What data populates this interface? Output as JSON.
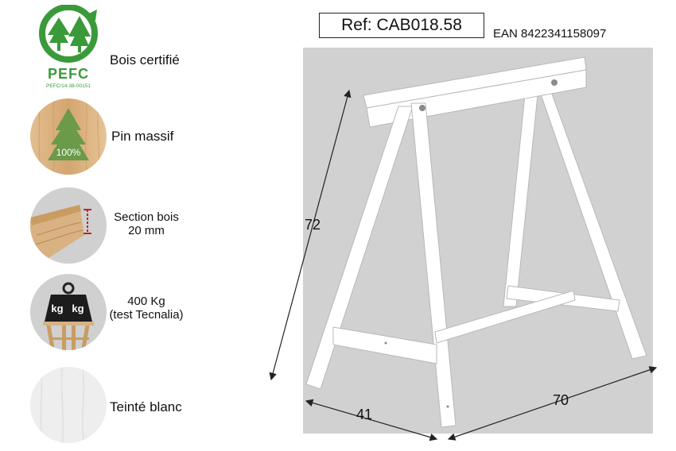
{
  "reference": {
    "label": "Ref: CAB018.58"
  },
  "ean": {
    "label": "EAN 8422341158097"
  },
  "certification": {
    "logo_text": "PEFC",
    "logo_code": "PEFC/14-38-00151",
    "label": "Bois certifié"
  },
  "material": {
    "badge": "100%",
    "label": "Pin massif"
  },
  "section": {
    "line1": "Section bois",
    "line2": "20 mm"
  },
  "load": {
    "badge_left": "kg",
    "badge_right": "kg",
    "line1": "400 Kg",
    "line2": "(test Tecnalia)"
  },
  "finish": {
    "label": "Teinté blanc"
  },
  "dimensions": {
    "height": "72",
    "depth": "41",
    "width": "70"
  },
  "colors": {
    "pefc_green": "#3a9a3a",
    "wood": "#d9b283",
    "photo_bg": "#d1d1d1",
    "trestle": "#ffffff"
  },
  "icons": [
    "pefc-logo",
    "pine-tree-icon",
    "wood-section-icon",
    "weight-icon",
    "white-finish-swatch"
  ]
}
